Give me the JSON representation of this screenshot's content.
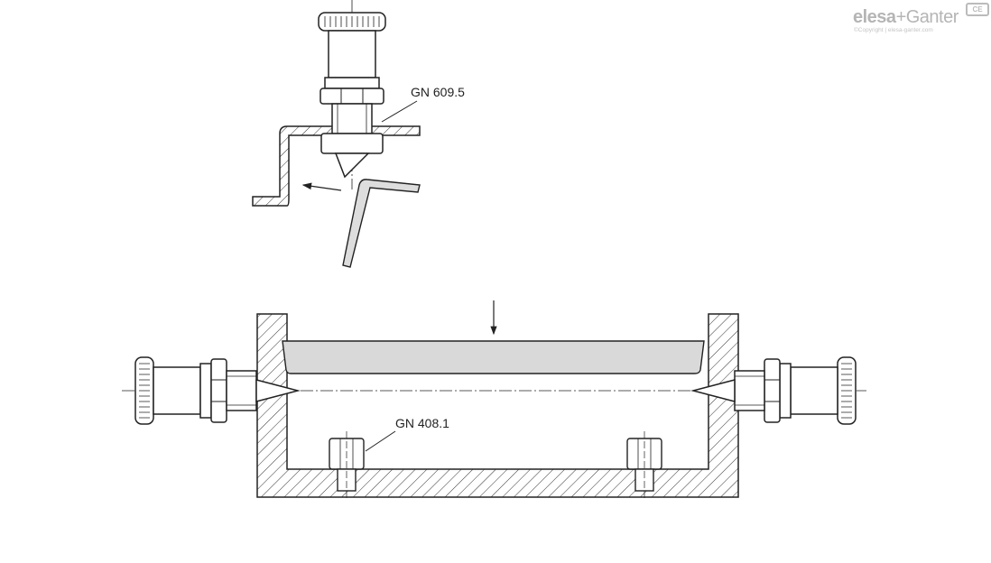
{
  "logo": {
    "brand_a": "elesa",
    "brand_b": "+Ganter",
    "mark": "CE",
    "copyright": "©Copyright | elesa-ganter.com"
  },
  "labels": {
    "top_part": "GN 609.5",
    "bottom_part": "GN 408.1"
  },
  "colors": {
    "line": "#222222",
    "fill_gray": "#d9d9d9",
    "logo": "#b5b5b5"
  }
}
